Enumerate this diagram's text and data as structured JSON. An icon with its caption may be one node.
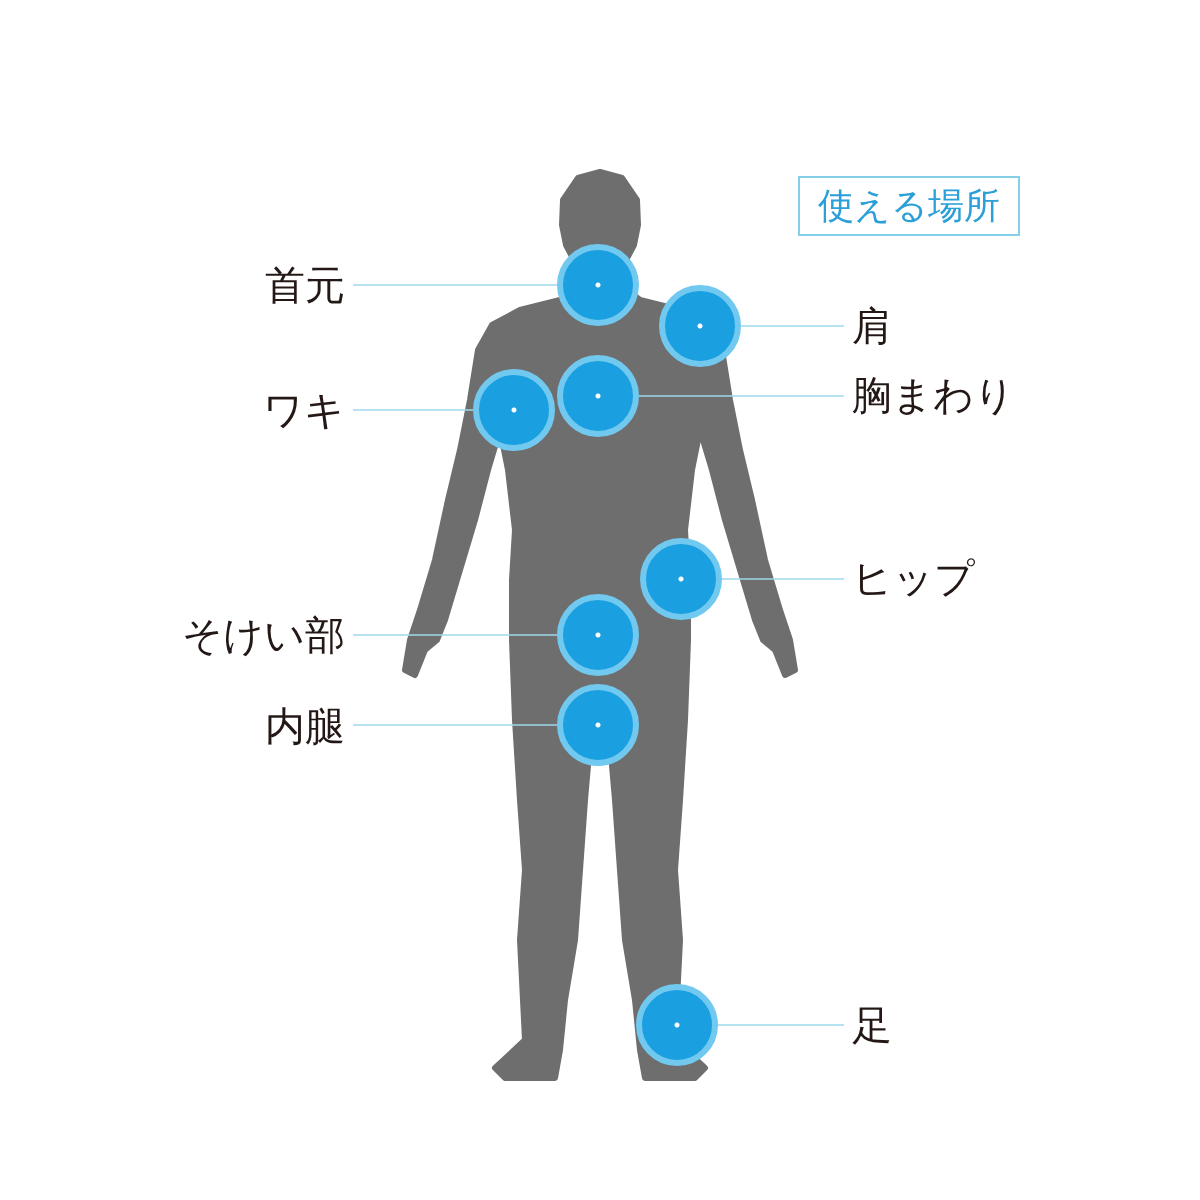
{
  "diagram": {
    "nodes": [
      {
        "text": [
          "使える場所"
        ]
      },
      {
        "text": [
          "首元"
        ]
      },
      {
        "text": [],
        "shape": "circle"
      },
      {
        "text": [
          "肩"
        ]
      },
      {
        "text": [],
        "shape": "circle"
      },
      {
        "text": [
          "胸まわり"
        ]
      },
      {
        "text": [],
        "shape": "circle"
      },
      {
        "text": [
          "ワキ"
        ]
      },
      {
        "text": [],
        "shape": "circle"
      },
      {
        "text": [
          "ヒップ"
        ]
      },
      {
        "text": [],
        "shape": "circle"
      },
      {
        "text": [
          "そけい部"
        ]
      },
      {
        "text": [],
        "shape": "circle"
      },
      {
        "text": [
          "内腿"
        ]
      },
      {
        "text": [],
        "shape": "circle"
      },
      {
        "text": [
          "足"
        ]
      },
      {
        "text": [],
        "shape": "circle"
      }
    ],
    "edges": [
      {
        "from": 1,
        "to": 2,
        "arrow": "none"
      },
      {
        "from": 3,
        "to": 4,
        "arrow": "none"
      },
      {
        "from": 5,
        "to": 6,
        "arrow": "none"
      },
      {
        "from": 7,
        "to": 8,
        "arrow": "none"
      },
      {
        "from": 9,
        "to": 10,
        "arrow": "none"
      },
      {
        "from": 11,
        "to": 12,
        "arrow": "none"
      },
      {
        "from": 13,
        "to": 14,
        "arrow": "none"
      },
      {
        "from": 15,
        "to": 16,
        "arrow": "none"
      }
    ]
  }
}
